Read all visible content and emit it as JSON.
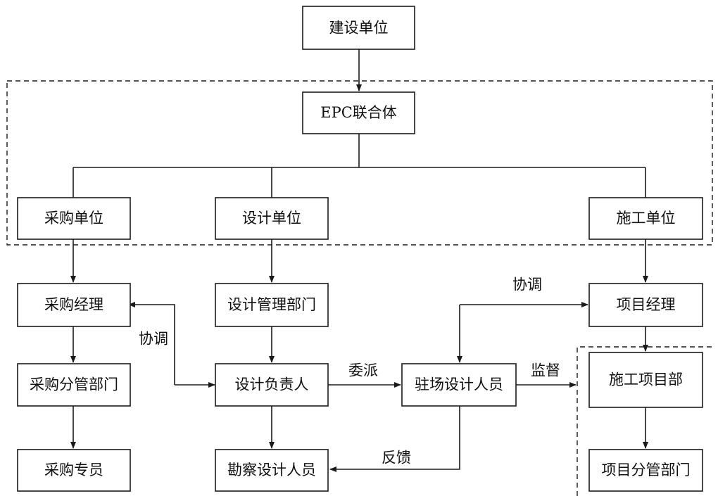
{
  "nodes": {
    "client": "建设单位",
    "epc": "EPC联合体",
    "procurement_unit": "采购单位",
    "design_unit": "设计单位",
    "construction_unit": "施工单位",
    "procurement_manager": "采购经理",
    "design_mgmt_dept": "设计管理部门",
    "project_manager": "项目经理",
    "procurement_sub_dept": "采购分管部门",
    "design_lead": "设计负责人",
    "onsite_designer": "驻场设计人员",
    "construction_project_dept": "施工项目部",
    "procurement_specialist": "采购专员",
    "survey_designer": "勘察设计人员",
    "project_sub_dept": "项目分管部门"
  },
  "edge_labels": {
    "coordinate_left": "协调",
    "coordinate_right": "协调",
    "assign": "委派",
    "supervise": "监督",
    "feedback": "反馈"
  }
}
